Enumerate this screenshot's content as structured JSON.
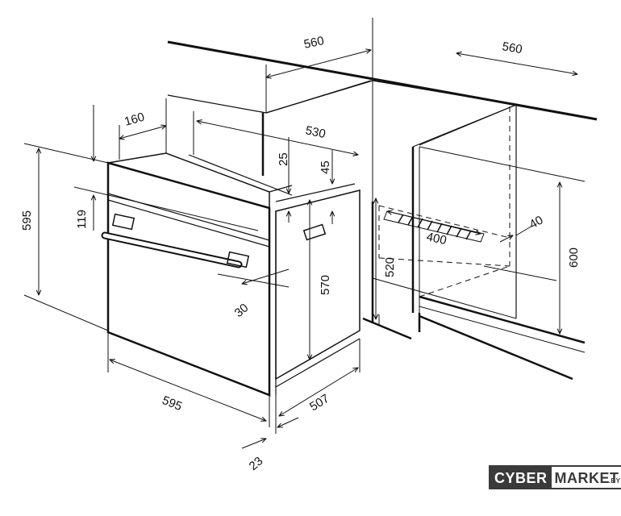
{
  "dimensions": {
    "d560_top_left": "560",
    "d560_top_right": "560",
    "d160": "160",
    "d530": "530",
    "d25": "25",
    "d45": "45",
    "d595_left": "595",
    "d119": "119",
    "d570": "570",
    "d520": "520",
    "d600": "600",
    "d400": "400",
    "d40": "40",
    "d30": "30",
    "d595_bottom": "595",
    "d507": "507",
    "d23": "23"
  },
  "brand": {
    "part1": "CYBER",
    "part2": "MARKET",
    "suffix": ".BY"
  },
  "colors": {
    "line": "#111111",
    "logo": "#3a3a3a"
  }
}
